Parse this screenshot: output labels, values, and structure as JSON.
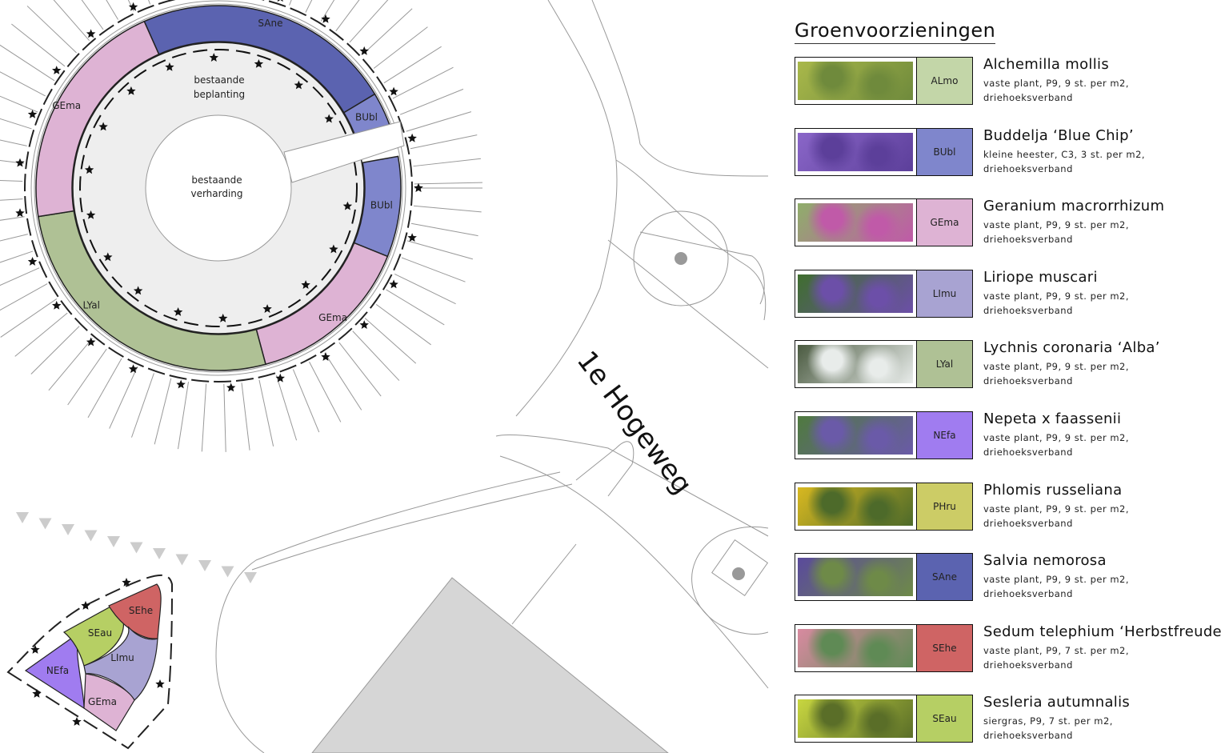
{
  "plan": {
    "circle_labels": {
      "beplanting": [
        "bestaande",
        "beplanting"
      ],
      "verharding": [
        "bestaande",
        "verharding"
      ]
    },
    "ring_beds": [
      {
        "code": "SAne",
        "from": -114,
        "to": -31
      },
      {
        "code": "BUbl",
        "from": -31,
        "to": -20
      },
      {
        "code": "BUbl",
        "from": -10,
        "to": 22
      },
      {
        "code": "GEma",
        "from": 22,
        "to": 75
      },
      {
        "code": "LYal",
        "from": 75,
        "to": 171
      },
      {
        "code": "GEma",
        "from": 171,
        "to": 246
      }
    ],
    "small_bed": [
      "SEhe",
      "SEau",
      "LImu",
      "NEfa",
      "GEma"
    ],
    "street_name": "1e Hogeweg"
  },
  "legend": {
    "title": "Groenvoorzieningen",
    "items": [
      {
        "code": "ALmo",
        "name": "Alchemilla mollis",
        "desc1": "vaste plant, P9, 9 st. per m2,",
        "desc2": "driehoeksverband",
        "color": "#c3d6a8",
        "photo": [
          "#a9b84a",
          "#6f8a3c"
        ]
      },
      {
        "code": "BUbl",
        "name": "Buddelja ‘Blue Chip’",
        "desc1": "kleine heester, C3, 3 st. per m2,",
        "desc2": "driehoeksverband",
        "color": "#7f86cc",
        "photo": [
          "#8a66c8",
          "#5c3f9a"
        ]
      },
      {
        "code": "GEma",
        "name": "Geranium macrorrhizum",
        "desc1": "vaste plant, P9, 9 st. per m2,",
        "desc2": "driehoeksverband",
        "color": "#deb3d4",
        "photo": [
          "#8fae6a",
          "#c05aa8"
        ]
      },
      {
        "code": "LImu",
        "name": "Liriope muscari",
        "desc1": "vaste plant, P9, 9 st. per m2,",
        "desc2": "driehoeksverband",
        "color": "#a8a3d2",
        "photo": [
          "#3f6e2e",
          "#6c4fa8"
        ]
      },
      {
        "code": "LYal",
        "name": "Lychnis coronaria ‘Alba’",
        "desc1": "vaste plant, P9, 9 st. per m2,",
        "desc2": "driehoeksverband",
        "color": "#afc195",
        "photo": [
          "#4a5a40",
          "#e8ecea"
        ]
      },
      {
        "code": "NEfa",
        "name": "Nepeta x faassenii",
        "desc1": "vaste plant, P9, 9 st. per m2,",
        "desc2": "driehoeksverband",
        "color": "#a07cf0",
        "photo": [
          "#4f7a3e",
          "#6a5aa8"
        ]
      },
      {
        "code": "PHru",
        "name": "Phlomis russeliana",
        "desc1": "vaste plant, P9, 9 st. per m2,",
        "desc2": "driehoeksverband",
        "color": "#cccc66",
        "photo": [
          "#d8b820",
          "#4d6a2a"
        ]
      },
      {
        "code": "SAne",
        "name": "Salvia nemorosa",
        "desc1": "vaste plant, P9, 9 st. per m2,",
        "desc2": "driehoeksverband",
        "color": "#5b63b0",
        "photo": [
          "#5a4a9c",
          "#6e8a48"
        ]
      },
      {
        "code": "SEhe",
        "name": "Sedum telephium ‘Herbstfreude’",
        "desc1": "vaste plant, P9, 7 st. per m2,",
        "desc2": "driehoeksverband",
        "color": "#cf6464",
        "photo": [
          "#d88aa0",
          "#5f8a55"
        ]
      },
      {
        "code": "SEau",
        "name": "Sesleria autumnalis",
        "desc1": "siergras, P9, 7 st. per m2,",
        "desc2": "driehoeksverband",
        "color": "#b6cf64",
        "photo": [
          "#c8d640",
          "#5a6e28"
        ]
      }
    ]
  }
}
